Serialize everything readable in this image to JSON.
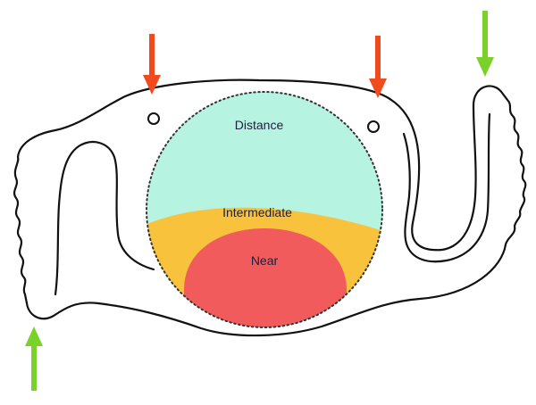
{
  "diagram": {
    "zones": {
      "distance": {
        "label": "Distance",
        "color": "#b6f3e0"
      },
      "intermediate": {
        "label": "Intermediate",
        "color": "#f9c23c"
      },
      "near": {
        "label": "Near",
        "color": "#f25b5b"
      }
    },
    "colors": {
      "outline": "#111111",
      "optic_border": "#333333",
      "red_arrow": "#f04a1e",
      "green_arrow": "#7ad12a",
      "background": "#ffffff"
    },
    "arrows": {
      "red": {
        "count": 2,
        "direction": "down"
      },
      "green": {
        "count": 2,
        "directions": [
          "down",
          "up"
        ]
      }
    }
  }
}
